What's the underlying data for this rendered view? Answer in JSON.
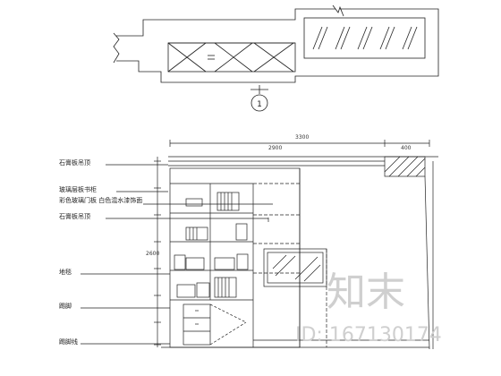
{
  "plan": {
    "section_marker": "1"
  },
  "elevation": {
    "labels": [
      "石膏板吊顶",
      "玻璃层板书柜",
      "彩色玻璃门板  白色混水漆饰面",
      "石膏板吊顶",
      "地毯",
      "踢脚",
      "踢脚线"
    ],
    "dimensions": {
      "top_total": "3300",
      "top_left": "2900",
      "top_right": "400",
      "right_height": "2600"
    }
  },
  "watermark": {
    "brand": "知末",
    "id_text": "ID: 167130174"
  },
  "colors": {
    "line": "#222222",
    "hatch": "#555555",
    "watermark": "#cfcfcf"
  }
}
